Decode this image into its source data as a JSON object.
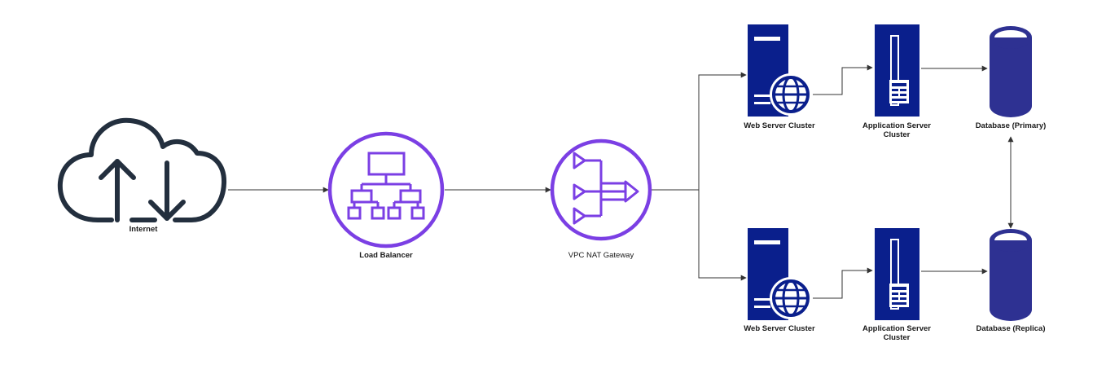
{
  "nodes": {
    "internet": {
      "label": "Internet",
      "icon": "cloud-upload-download-icon"
    },
    "load_balancer": {
      "label": "Load Balancer",
      "icon": "load-balancer-icon"
    },
    "nat_gateway": {
      "label": "VPC NAT Gateway",
      "icon": "nat-gateway-icon"
    },
    "web_top": {
      "label": "Web Server Cluster",
      "icon": "web-server-icon"
    },
    "app_top": {
      "label": "Application Server Cluster",
      "icon": "application-server-icon"
    },
    "db_primary": {
      "label": "Database (Primary)",
      "icon": "database-icon"
    },
    "web_bottom": {
      "label": "Web Server Cluster",
      "icon": "web-server-icon"
    },
    "app_bottom": {
      "label": "Application Server Cluster",
      "icon": "application-server-icon"
    },
    "db_replica": {
      "label": "Database (Replica)",
      "icon": "database-icon"
    }
  },
  "colors": {
    "cloud": "#232f3e",
    "aws_purple": "#7b3fe4",
    "server_blue": "#0a1f8c",
    "database": "#2e3192",
    "connector": "#333333"
  }
}
